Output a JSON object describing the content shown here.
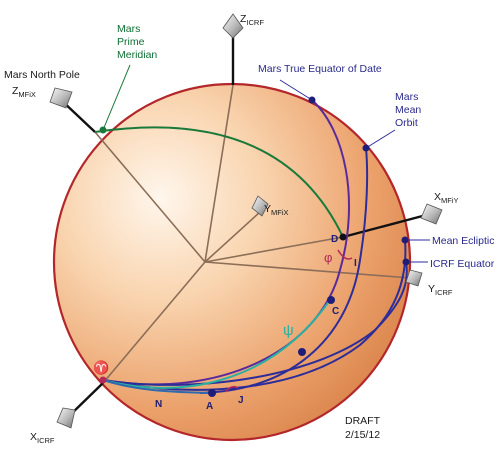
{
  "axes": {
    "z_icrf": {
      "main": "Z",
      "sub": "ICRF"
    },
    "z_mfix": {
      "main": "Z",
      "sub": "MFiX"
    },
    "mars_north_pole": "Mars North Pole",
    "y_mfix": {
      "main": "Y",
      "sub": "MFiX"
    },
    "x_mfiy": {
      "main": "X",
      "sub": "MFiY"
    },
    "y_icrf": {
      "main": "Y",
      "sub": "ICRF"
    },
    "x_icrf": {
      "main": "X",
      "sub": "ICRF"
    }
  },
  "labels": {
    "prime_meridian": [
      "Mars",
      "Prime",
      "Meridian"
    ],
    "true_equator": "Mars True Equator of Date",
    "mean_orbit": [
      "Mars",
      "Mean",
      "Orbit"
    ],
    "mean_ecliptic": "Mean Ecliptic",
    "icrf_equator": "ICRF Equator"
  },
  "points": {
    "D": "D",
    "C": "C",
    "A": "A",
    "N": "N",
    "J": "J",
    "I": "I"
  },
  "greek": {
    "phi": "φ",
    "psi": "ψ",
    "aries": "♈"
  },
  "draft": {
    "line1": "DRAFT",
    "line2": "2/15/12"
  },
  "colors": {
    "sphere_outline": "#b3262a",
    "prime_meridian": "#1b7a3a",
    "true_equator": "#5a2a9c",
    "mean_orbit": "#2d2d9a",
    "mean_ecliptic": "#2d2d9a",
    "icrf_equator": "#2d2d9a",
    "psi_arc": "#2ab0a0",
    "aries": "#b5285a"
  }
}
